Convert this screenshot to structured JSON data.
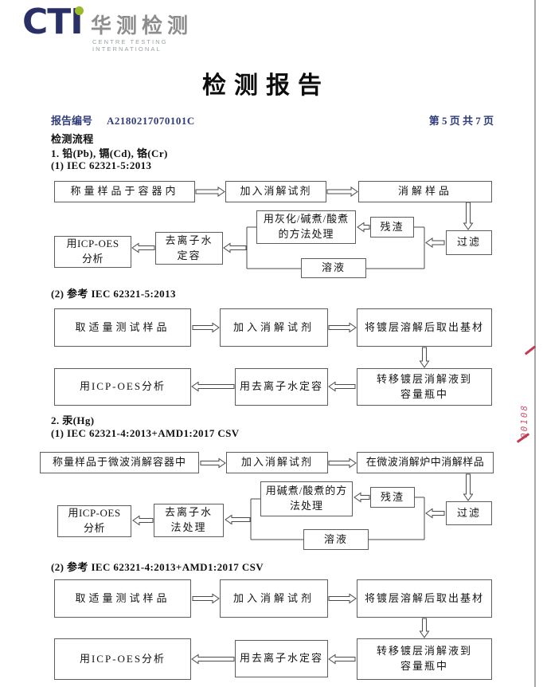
{
  "header": {
    "logo": {
      "cti": "CTI",
      "cn": "华测检测",
      "en": "CENTRE TESTING INTERNATIONAL"
    },
    "title": "检测报告",
    "report_no_label": "报告编号",
    "report_no": "A2180217070101C",
    "page_info": "第 5 页  共 7 页"
  },
  "sections": {
    "flow_title": "检测流程",
    "item1": "1. 铅(Pb), 镉(Cd), 铬(Cr)",
    "method1": "(1) IEC 62321-5:2013",
    "method2": "(2) 参考 IEC 62321-5:2013",
    "item2": "2. 汞(Hg)",
    "method3": "(1) IEC 62321-4:2013+AMD1:2017 CSV",
    "method4": "(2) 参考 IEC 62321-4:2013+AMD1:2017 CSV"
  },
  "flowcharts": {
    "fc1": {
      "boxes": {
        "b1": "称量样品于容器内",
        "b2": "加入消解试剂",
        "b3": "消解样品",
        "b4": "用灰化/碱煮/酸煮\n的方法处理",
        "b5": "残渣",
        "b6": "过滤",
        "b7": "去离子水\n定容",
        "b8": "用ICP-OES\n分析",
        "b9": "溶液"
      }
    },
    "fc2": {
      "boxes": {
        "b1": "取适量测试样品",
        "b2": "加入消解试剂",
        "b3": "将镀层溶解后取出基材",
        "b4": "转移镀层消解液到\n容量瓶中",
        "b5": "用去离子水定容",
        "b6": "用ICP-OES分析"
      }
    },
    "fc3": {
      "boxes": {
        "b1": "称量样品于微波消解容器中",
        "b2": "加入消解试剂",
        "b3": "在微波消解炉中消解样品",
        "b4": "用碱煮/酸煮的方\n法处理",
        "b5": "残渣",
        "b6": "过滤",
        "b7": "去离子水\n法处理",
        "b8": "用ICP-OES\n分析",
        "b9": "溶液"
      }
    },
    "fc4": {
      "boxes": {
        "b1": "取适量测试样品",
        "b2": "加入消解试剂",
        "b3": "将镀层溶解后取出基材",
        "b4": "转移镀层消解液到\n容量瓶中",
        "b5": "用去离子水定容",
        "b6": "用ICP-OES分析"
      }
    }
  },
  "stamp": {
    "visible_text": "00108"
  },
  "colors": {
    "logo_navy": "#283066",
    "logo_green": "#9cba2c",
    "logo_gray": "#8d8d8d",
    "meta_blue": "#303d7a",
    "stamp_red": "#c23a50"
  }
}
